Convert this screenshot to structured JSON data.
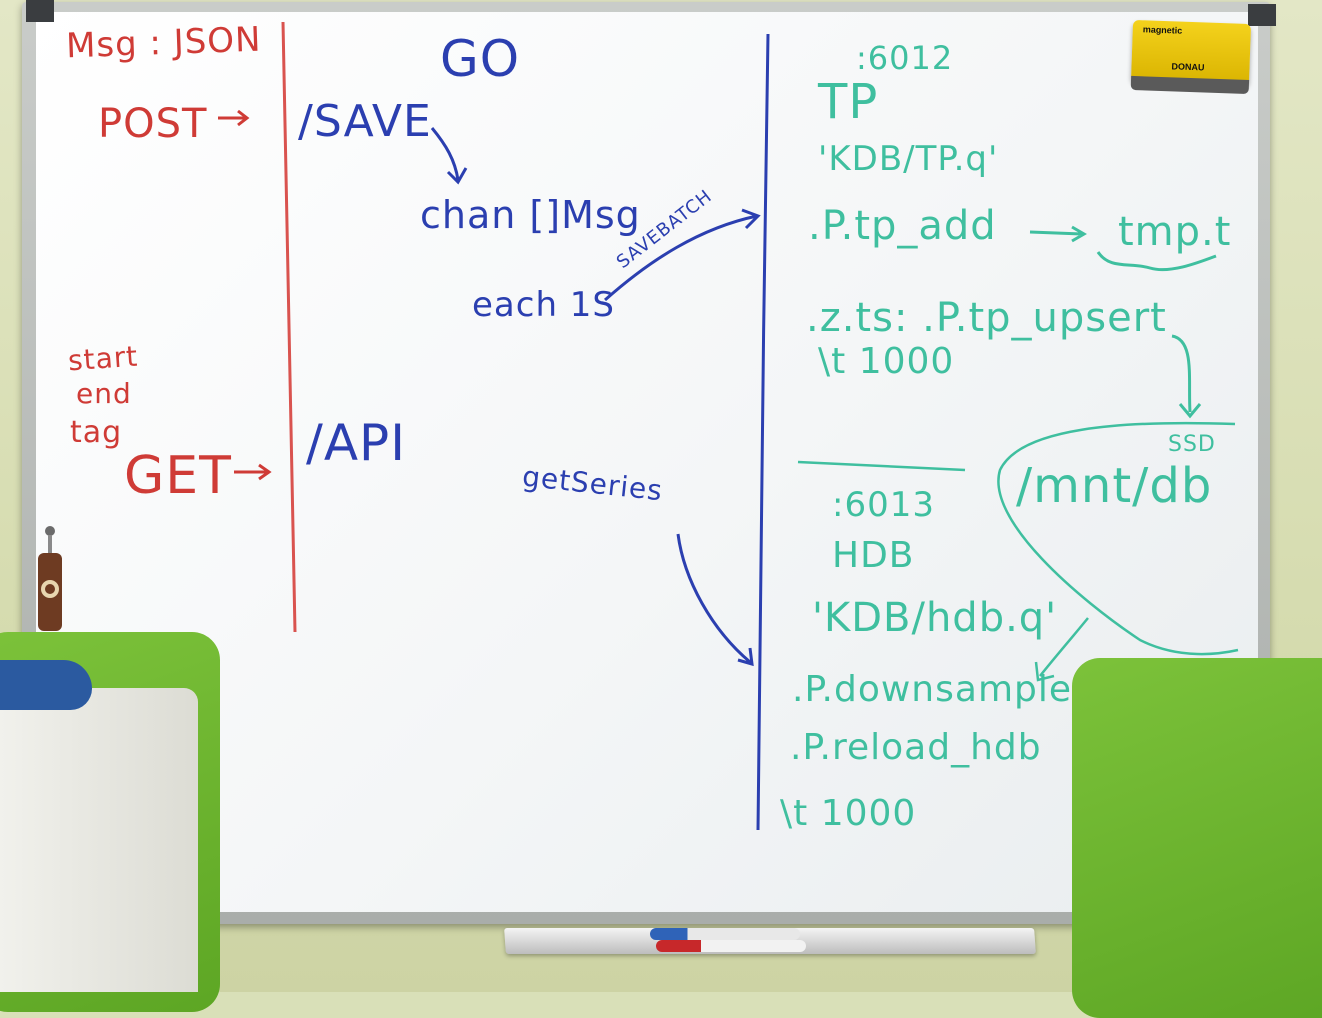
{
  "colors": {
    "red_marker": "#cf3b36",
    "blue_marker": "#2b3fb0",
    "teal_marker": "#3fbf9f",
    "chair_green": "#6ab42e"
  },
  "eraser": {
    "brand": "magnetic",
    "maker": "DONAU"
  },
  "left_column": {
    "msg_type": "Msg : JSON",
    "post": "POST",
    "params": [
      "start",
      "end",
      "tag"
    ],
    "get": "GET"
  },
  "middle_column": {
    "title": "GO",
    "save_route": "/SAVE",
    "channel": "chan []Msg",
    "interval": "each 1S",
    "save_batch": "SAVEBATCH",
    "api_route": "/API",
    "get_series": "getSeries"
  },
  "right_column": {
    "tp_port": ":6012",
    "tp_name": "TP",
    "tp_file": "'KDB/TP.q'",
    "tp_add": ".P.tp_add",
    "tmp": "tmp.t",
    "zts": ".z.ts: .P.tp_upsert",
    "tp_timer": "\\t 1000",
    "ssd": "SSD",
    "db_path": "/mnt/db",
    "hdb_port": ":6013",
    "hdb_name": "HDB",
    "hdb_file": "'KDB/hdb.q'",
    "downsample": ".P.downsample",
    "reload": ".P.reload_hdb",
    "hdb_timer": "\\t 1000"
  }
}
